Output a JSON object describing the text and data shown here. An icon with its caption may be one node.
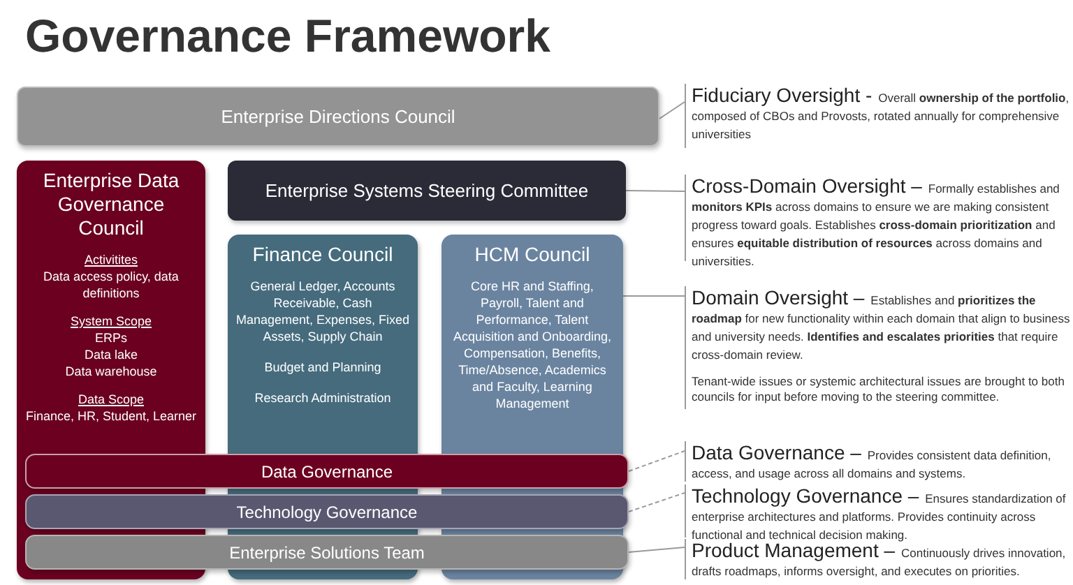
{
  "diagram": {
    "title": "Governance Framework",
    "nodes": [
      {
        "text": [
          "Enterprise Directions Council"
        ]
      },
      {
        "text": [
          "Enterprise Data Governance Council",
          "Activitites",
          "Data access policy, data definitions",
          "System Scope",
          "ERPs",
          "Data lake",
          "Data warehouse",
          "Data Scope",
          "Finance, HR, Student, Learner"
        ]
      },
      {
        "text": [
          "Enterprise Systems Steering Committee"
        ]
      },
      {
        "text": [
          "Finance Council",
          "General Ledger, Accounts Receivable, Cash Management, Expenses, Fixed Assets, Supply Chain",
          "Budget and Planning",
          "Research Administration"
        ]
      },
      {
        "text": [
          "HCM Council",
          "Core HR and Staffing, Payroll, Talent and Performance, Talent Acquisition and Onboarding, Compensation, Benefits, Time/Absence, Academics and Faculty, Learning Management"
        ]
      },
      {
        "text": [
          "Data Governance"
        ]
      },
      {
        "text": [
          "Technology Governance"
        ]
      },
      {
        "text": [
          "Enterprise Solutions Team"
        ]
      },
      {
        "text": [
          "Fiduciary Oversight -",
          "Overall **ownership of the portfolio**, composed of CBOs and Provosts, rotated annually for comprehensive universities"
        ]
      },
      {
        "text": [
          "Cross-Domain Oversight –",
          "Formally establishes and **monitors KPIs** across domains to ensure we are making consistent progress toward goals.  Establishes **cross-domain prioritization** and ensures **equitable distribution of resources** across domains and universities."
        ]
      },
      {
        "text": [
          "Domain Oversight –",
          "Establishes and **prioritizes the roadmap** for new functionality within each domain that align to business and university needs.  **Identifies and escalates priorities** that require cross-domain review.",
          "Tenant-wide issues or systemic architectural issues are brought to both councils for input before moving to the steering committee."
        ]
      },
      {
        "text": [
          "Data Governance –",
          "Provides consistent data definition, access, and usage across all domains and systems."
        ]
      },
      {
        "text": [
          "Technology Governance –",
          "Ensures standardization of enterprise architectures and platforms. Provides continuity across functional and technical decision making."
        ]
      },
      {
        "text": [
          "Product Management –",
          "Continuously drives innovation, drafts roadmaps, informs oversight, and executes on priorities."
        ]
      }
    ],
    "edges": [
      {
        "from": 0,
        "to": 8,
        "arrow": "none"
      },
      {
        "from": 2,
        "to": 9,
        "arrow": "none"
      },
      {
        "from": 4,
        "to": 10,
        "arrow": "none"
      },
      {
        "from": 5,
        "to": 11,
        "arrow": "none",
        "style": "dashed"
      },
      {
        "from": 6,
        "to": 12,
        "arrow": "none",
        "style": "dashed"
      },
      {
        "from": 7,
        "to": 13,
        "arrow": "none"
      }
    ]
  }
}
